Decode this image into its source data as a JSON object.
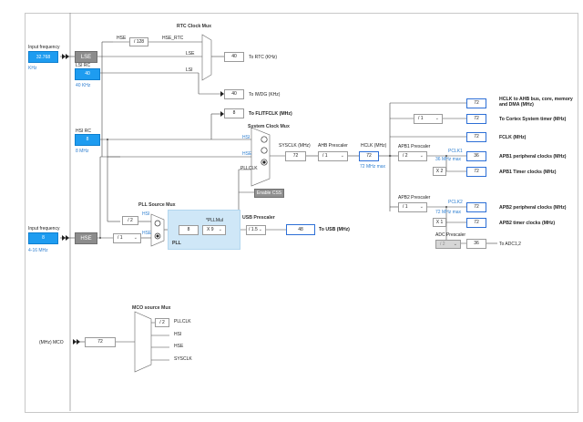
{
  "input_lse": {
    "label": "Input frequency",
    "value": "32.768",
    "unit": "KHz"
  },
  "input_hse": {
    "label": "Input frequency",
    "value": "8",
    "range": "4-16 MHz"
  },
  "lse": {
    "label": "LSE"
  },
  "hse": {
    "label": "HSE"
  },
  "lsi_rc": {
    "label": "LSI RC",
    "value": "40",
    "unit": "40 KHz"
  },
  "hsi_rc": {
    "label": "HSI RC",
    "value": "8",
    "unit": "8 MHz"
  },
  "rtc_mux": {
    "title": "RTC Clock Mux",
    "hse_div": "/ 128",
    "hse_rtc": "HSE_RTC",
    "hse_in": "HSE",
    "lse_in": "LSE",
    "lsi_in": "LSI",
    "out_value": "40",
    "out_label": "To RTC (KHz)"
  },
  "iwdg": {
    "value": "40",
    "label": "To IWDG (KHz)"
  },
  "flit": {
    "value": "8",
    "label": "To FLITFCLK (MHz)"
  },
  "sysclk_mux": {
    "title": "System Clock Mux",
    "hsi": "HSI",
    "hse": "HSE",
    "pllclk": "PLLCLK",
    "enable_css": "Enable CSS"
  },
  "sysclk": {
    "label": "SYSCLK (MHz)",
    "value": "72"
  },
  "ahb": {
    "label": "AHB Prescaler",
    "value": "/ 1"
  },
  "hclk": {
    "label": "HCLK (MHz)",
    "value": "72",
    "max": "72 MHz max"
  },
  "outputs": {
    "hclk_ahb": {
      "value": "72",
      "label": "HCLK to AHB bus, core, memory and DMA (MHz)"
    },
    "cortex_div": "/ 1",
    "cortex": {
      "value": "72",
      "label": "To Cortex System timer (MHz)"
    },
    "fclk": {
      "value": "72",
      "label": "FCLK (MHz)"
    }
  },
  "apb1": {
    "label": "APB1 Prescaler",
    "value": "/ 2",
    "pclk": "PCLK1",
    "max": "36 MHz max",
    "periph": {
      "value": "36",
      "label": "APB1 peripheral clocks (MHz)"
    },
    "timer_mul": "X 2",
    "timer": {
      "value": "72",
      "label": "APB1 Timer clocks (MHz)"
    }
  },
  "apb2": {
    "label": "APB2 Prescaler",
    "value": "/ 1",
    "pclk": "PCLK2",
    "max": "72 MHz max",
    "periph": {
      "value": "72",
      "label": "APB2 peripheral clocks (MHz)"
    },
    "timer_mul": "X 1",
    "timer": {
      "value": "72",
      "label": "APB2 timer clocks (MHz)"
    }
  },
  "adc": {
    "label": "ADC Prescaler",
    "value": "/ 2",
    "out_value": "36",
    "out_label": "To ADC1,2"
  },
  "pll_src": {
    "title": "PLL Source Mux",
    "div2": "/ 2",
    "hsi": "HSI",
    "hse": "HSE",
    "hse_div": "/ 1"
  },
  "pll": {
    "label": "PLL",
    "mul_label": "*PLLMul",
    "in_value": "8",
    "mul_value": "X 9"
  },
  "usb": {
    "label": "USB Prescaler",
    "value": "/ 1.5",
    "out_value": "48",
    "out_label": "To USB (MHz)"
  },
  "mco": {
    "title": "MCO source Mux",
    "div2": "/ 2",
    "pllclk": "PLLCLK",
    "hsi": "HSI",
    "hse": "HSE",
    "sysclk": "SYSCLK",
    "value": "72",
    "label": "(MHz) MCO"
  }
}
